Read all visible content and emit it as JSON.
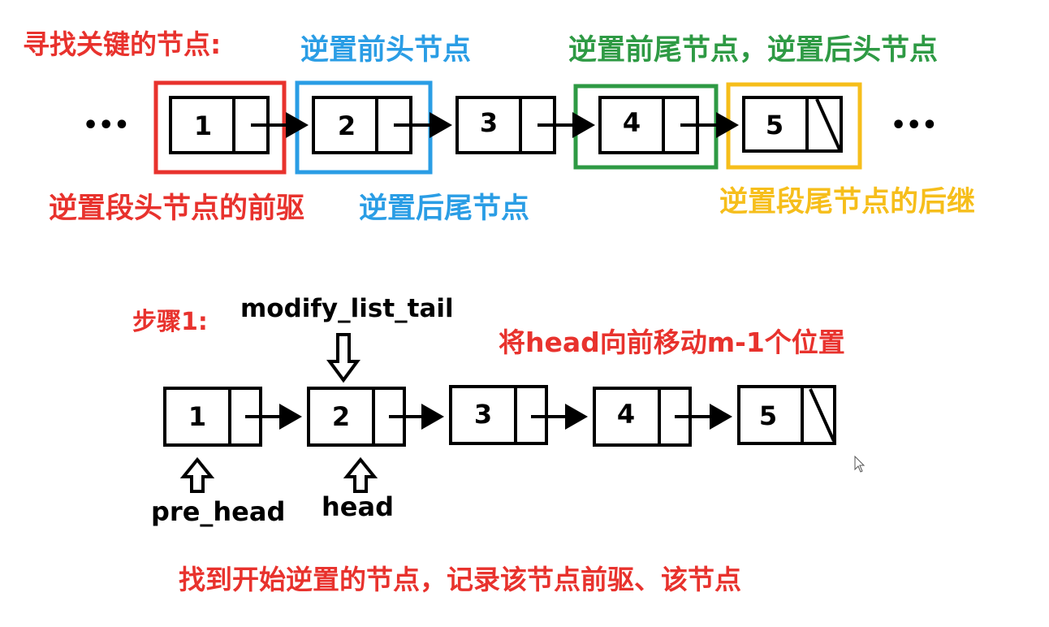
{
  "top": {
    "title": "寻找关键的节点:",
    "labels": {
      "reverse_front_head": "逆置前头节点",
      "reverse_front_tail_back_head": "逆置前尾节点，逆置后头节点",
      "segment_head_predecessor": "逆置段头节点的前驱",
      "reverse_back_tail": "逆置后尾节点",
      "segment_tail_successor": "逆置段尾节点的后继"
    },
    "ellipsis": "•••",
    "nodes": [
      "1",
      "2",
      "3",
      "4",
      "5"
    ]
  },
  "bottom": {
    "step": "步骤1:",
    "modify_label": "modify_list_tail",
    "note": "将head向前移动m-1个位置",
    "nodes": [
      "1",
      "2",
      "3",
      "4",
      "5"
    ],
    "pre_head": "pre_head",
    "head": "head",
    "caption": "找到开始逆置的节点，记录该节点前驱、该节点"
  },
  "colors": {
    "red": "#e8322d",
    "blue": "#2a9de5",
    "green": "#2e9a44",
    "yellow": "#f6be1b"
  }
}
